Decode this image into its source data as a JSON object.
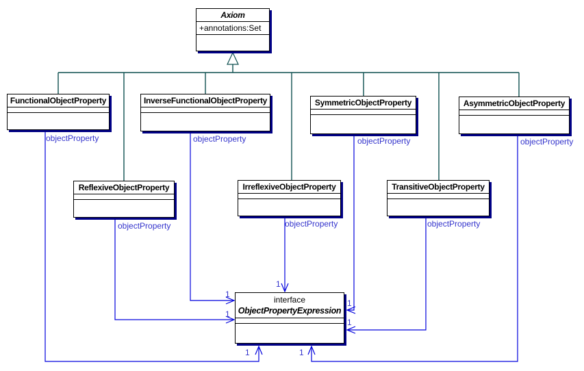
{
  "colors": {
    "association": "#0000dd",
    "label": "#3333cc",
    "inheritance": "#0d4f4f",
    "shadow": "#000085",
    "border": "#000000"
  },
  "classes": [
    {
      "name": "Axiom",
      "attributes": [
        "+annotations:Set"
      ]
    },
    {
      "name": "FunctionalObjectProperty"
    },
    {
      "name": "InverseFunctionalObjectProperty"
    },
    {
      "name": "SymmetricObjectProperty"
    },
    {
      "name": "AsymmetricObjectProperty"
    },
    {
      "name": "ReflexiveObjectProperty"
    },
    {
      "name": "IrreflexiveObjectProperty"
    },
    {
      "name": "TransitiveObjectProperty"
    },
    {
      "stereotype": "interface",
      "name": "ObjectPropertyExpression"
    }
  ],
  "associations": [
    {
      "from": "FunctionalObjectProperty",
      "label": "objectProperty",
      "multiplicity": "1"
    },
    {
      "from": "InverseFunctionalObjectProperty",
      "label": "objectProperty",
      "multiplicity": "1"
    },
    {
      "from": "SymmetricObjectProperty",
      "label": "objectProperty",
      "multiplicity": "1"
    },
    {
      "from": "AsymmetricObjectProperty",
      "label": "objectProperty",
      "multiplicity": "1"
    },
    {
      "from": "ReflexiveObjectProperty",
      "label": "objectProperty",
      "multiplicity": "1"
    },
    {
      "from": "IrreflexiveObjectProperty",
      "label": "objectProperty",
      "multiplicity": "1"
    },
    {
      "from": "TransitiveObjectProperty",
      "label": "objectProperty",
      "multiplicity": "1"
    }
  ]
}
